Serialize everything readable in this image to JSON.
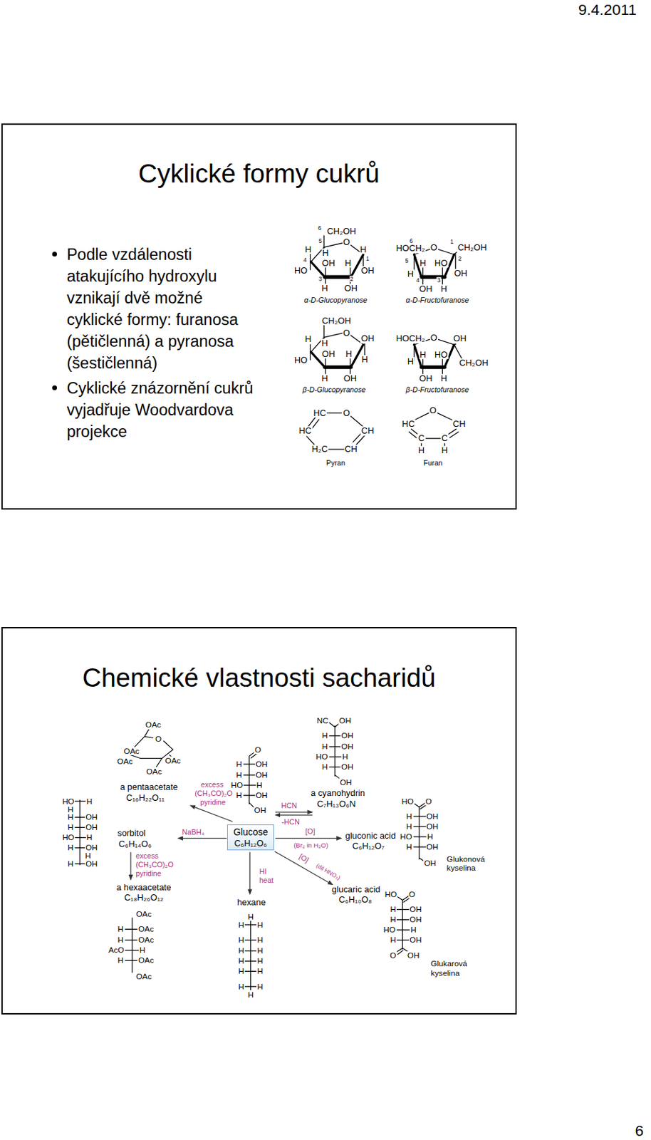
{
  "diagram": {
    "nodes": [
      {
        "text": [
          "Cyklické formy cukrů",
          "Podle vzdálenosti atakujícího hydroxylu vznikají dvě možné cyklické formy: furanosa (pětičlenná) a pyranosa (šestičlenná)",
          "Cyklické znázornění cukrů vyjadřuje Woodvardova projekce"
        ]
      },
      {
        "text": [
          "Chemické vlastnosti sacharidů"
        ]
      },
      {
        "text": [
          "Glucose",
          "C₆H₁₂O₆"
        ],
        "in": 1
      }
    ],
    "labels": [
      "9.4.2011",
      "6",
      "6",
      "CH₂OH",
      "5",
      "O",
      "H",
      "H",
      "H",
      "4",
      "OH",
      "H",
      "1",
      "HO",
      "OH",
      "3",
      "2",
      "H",
      "OH",
      "α-D-Glucopyranose",
      "6",
      "HOCH₂",
      "O",
      "1",
      "CH₂OH",
      "5",
      "H",
      "HO",
      "2",
      "H",
      "OH",
      "4",
      "3",
      "OH",
      "H",
      "α-D-Fructofuranose",
      "CH₂OH",
      "O",
      "OH",
      "H",
      "H",
      "OH",
      "H",
      "HO",
      "H",
      "H",
      "OH",
      "β-D-Glucopyranose",
      "HOCH₂",
      "O",
      "OH",
      "H",
      "HO",
      "H",
      "CH₂OH",
      "OH",
      "H",
      "β-D-Fructofuranose",
      "HC",
      "O",
      "HC",
      "CH",
      "H₂C",
      "CH",
      "Pyran",
      "O",
      "HC",
      "CH",
      "C",
      "C",
      "H",
      "H",
      "Furan",
      "OAc",
      "O",
      "OAc",
      "OAc",
      "OAc",
      "OAc",
      "a pentaacetate",
      "C₁₆H₂₂O₁₁",
      "excess",
      "(CH₃CO)₂O",
      "pyridine",
      "O",
      "H",
      "OH",
      "H",
      "OH",
      "HO",
      "H",
      "H",
      "OH",
      "OH",
      "NC",
      "OH",
      "H",
      "OH",
      "H",
      "OH",
      "HO",
      "H",
      "H",
      "OH",
      "OH",
      "a cyanohydrin",
      "C₇H₁₃O₆N",
      "HCN",
      "-HCN",
      "HO",
      "H",
      "H",
      "H",
      "OH",
      "H",
      "OH",
      "HO",
      "H",
      "H",
      "OH",
      "H",
      "H",
      "OH",
      "sorbitol",
      "C₆H₁₄O₆",
      "NaBH₄",
      "[O]",
      "(Br₂ in H₂O)",
      "gluconic acid",
      "C₆H₁₂O₇",
      "excess",
      "(CH₃CO)₂O",
      "pyridine",
      "a hexaacetate",
      "C₁₈H₂₆O₁₂",
      "OAc",
      "H",
      "OAc",
      "H",
      "OAc",
      "AcO",
      "H",
      "H",
      "OAc",
      "OAc",
      "HI",
      "heat",
      "hexane",
      "H",
      "H",
      "H",
      "H",
      "H",
      "H",
      "H",
      "H",
      "H",
      "H",
      "H",
      "H",
      "H",
      "H",
      "[O]",
      "(dil HNO₃)",
      "glucaric acid",
      "C₆H₁₀O₈",
      "HO",
      "O",
      "H",
      "OH",
      "H",
      "OH",
      "HO",
      "H",
      "H",
      "OH",
      "OH",
      "Glukonová kyselina",
      "HO",
      "O",
      "H",
      "OH",
      "H",
      "OH",
      "HO",
      "H",
      "H",
      "OH",
      "O",
      "OH",
      "Glukarová kyselina"
    ]
  }
}
